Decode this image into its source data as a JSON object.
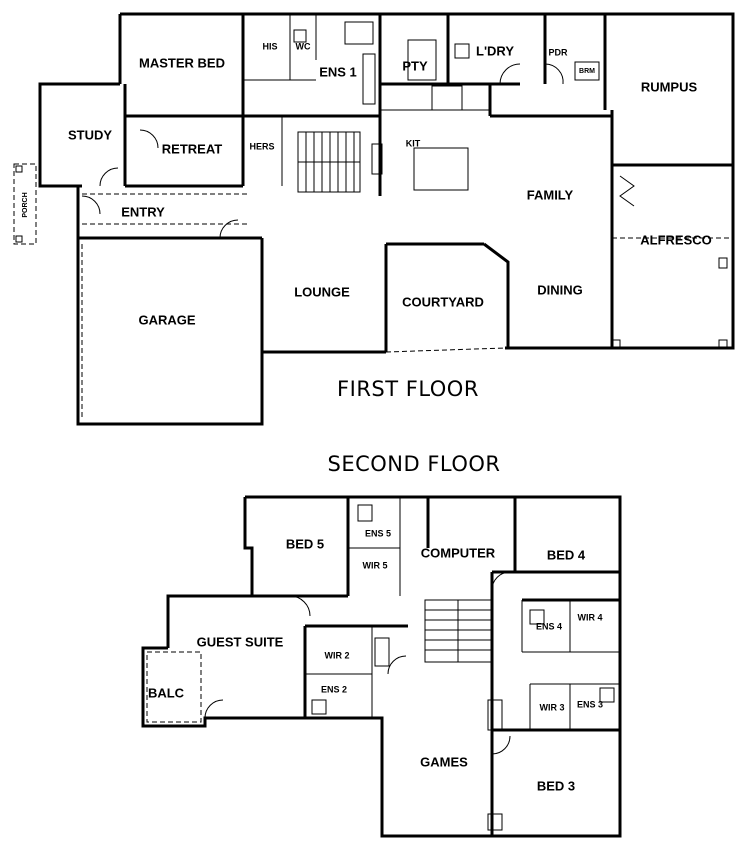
{
  "titles": {
    "first_floor": "FIRST FLOOR",
    "second_floor": "SECOND FLOOR"
  },
  "first_floor_rooms": {
    "master_bed": "MASTER BED",
    "his": "HIS",
    "wc": "WC",
    "ens1": "ENS 1",
    "pty": "PTY",
    "ldry": "L'DRY",
    "pdr": "PDR",
    "brm": "BRM",
    "rumpus": "RUMPUS",
    "study": "STUDY",
    "retreat": "RETREAT",
    "hers": "HERS",
    "kit": "KIT",
    "family": "FAMILY",
    "porch": "PORCH",
    "entry": "ENTRY",
    "alfresco": "ALFRESCO",
    "lounge": "LOUNGE",
    "courtyard": "COURTYARD",
    "dining": "DINING",
    "garage": "GARAGE"
  },
  "second_floor_rooms": {
    "bed5": "BED 5",
    "ens5": "ENS 5",
    "wir5": "WIR 5",
    "computer": "COMPUTER",
    "bed4": "BED 4",
    "guest_suite": "GUEST SUITE",
    "wir2": "WIR 2",
    "ens4": "ENS 4",
    "wir4": "WIR 4",
    "ens2": "ENS 2",
    "balc": "BALC",
    "wir3": "WIR 3",
    "ens3": "ENS 3",
    "games": "GAMES",
    "bed3": "BED 3"
  }
}
